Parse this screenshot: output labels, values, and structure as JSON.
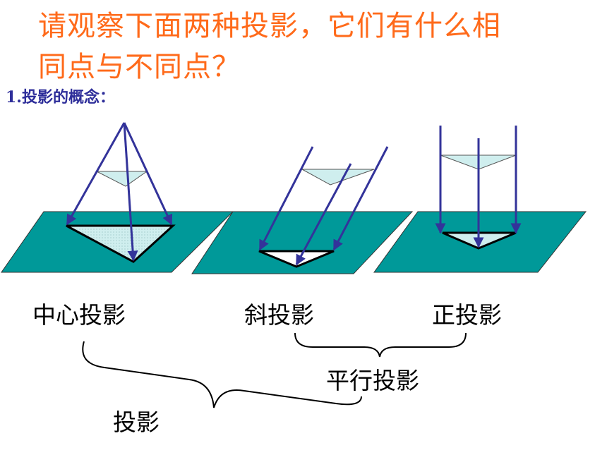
{
  "slide": {
    "title_line1": "请观察下面两种投影，它们有什么相",
    "title_line2": "同点与不同点？",
    "subtitle": "1.投影的概念："
  },
  "labels": {
    "central": "中心投影",
    "oblique": "斜投影",
    "orthographic": "正投影",
    "parallel": "平行投影",
    "projection": "投影"
  },
  "colors": {
    "title": "#ff6a1a",
    "subtitle": "#2e2e9a",
    "plane": "#009999",
    "rays": "#33339a",
    "triangle_fill": "#cfeeee"
  }
}
